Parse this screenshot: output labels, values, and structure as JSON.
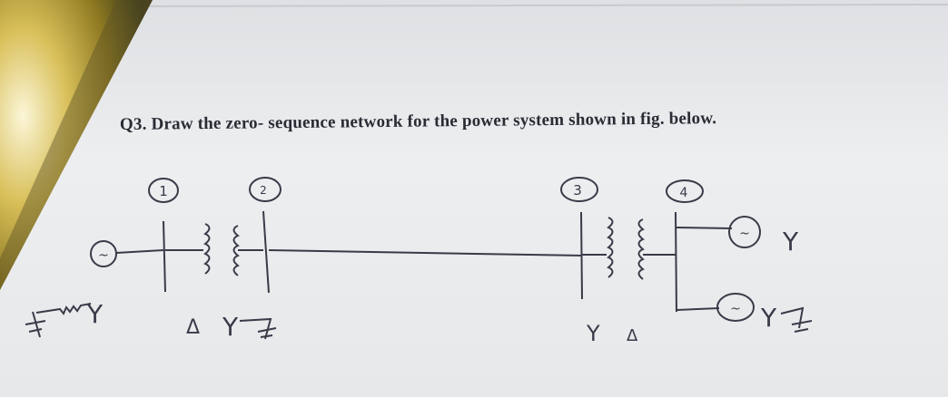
{
  "question": "Q3. Draw the zero- sequence network for the power system shown in fig. below.",
  "bus_labels": [
    "1",
    "2",
    "3",
    "4"
  ],
  "symbols": {
    "generator_source": "~",
    "gen1_connection": "Y",
    "t1_primary": "Δ",
    "t1_secondary": "Y",
    "t2_primary": "Y",
    "t2_secondary": "Δ",
    "gen_top_connection": "Y",
    "gen_bottom_connection": "Y"
  },
  "colors": {
    "ink": "#3a3a48",
    "paper": "#e9eaec",
    "text": "#2b2b34"
  }
}
